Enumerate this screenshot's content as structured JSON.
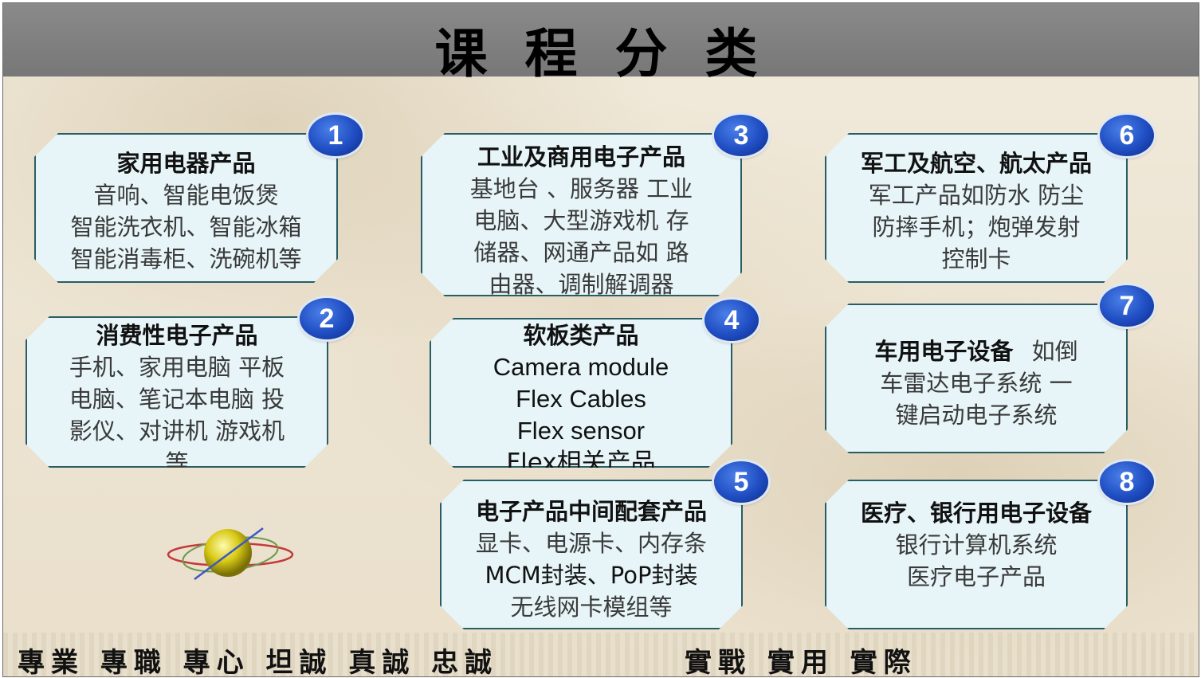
{
  "title": "课 程 分 类",
  "cards": [
    {
      "number": "1",
      "title": "家用电器产品",
      "lines": [
        "音响、智能电饭煲",
        "智能洗衣机、智能冰箱",
        "智能消毒柜、洗碗机等"
      ]
    },
    {
      "number": "2",
      "title": "消费性电子产品",
      "lines": [
        "手机、家用电脑  平板",
        "电脑、笔记本电脑  投",
        "影仪、对讲机  游戏机",
        "等"
      ]
    },
    {
      "number": "3",
      "title": "工业及商用电子产品",
      "lines": [
        "基地台 、服务器  工业",
        "电脑、大型游戏机  存",
        "储器、网通产品如  路",
        "由器、调制解调器"
      ]
    },
    {
      "number": "4",
      "title": "软板类产品",
      "lines": [
        "Camera module",
        "Flex Cables",
        "Flex sensor",
        "Flex相关产品"
      ]
    },
    {
      "number": "5",
      "title": "电子产品中间配套产品",
      "lines": [
        "显卡、电源卡、内存条",
        "MCM封装、PoP封装",
        "无线网卡模组等"
      ]
    },
    {
      "number": "6",
      "title": "军工及航空、航太产品",
      "lines": [
        "军工产品如防水 防尘",
        "防摔手机；炮弹发射",
        "控制卡"
      ]
    },
    {
      "number": "7",
      "title": "车用电子设备",
      "lines": [
        "如倒",
        "车雷达电子系统  一",
        "键启动电子系统"
      ]
    },
    {
      "number": "8",
      "title": "医疗、银行用电子设备",
      "lines": [
        "银行计算机系统",
        "医疗电子产品"
      ]
    }
  ],
  "footer": {
    "left": "專業  專職  專心    坦誠  真誠  忠誠",
    "right": "實戰  實用  實際"
  },
  "colors": {
    "title_bar": "#808080",
    "card_fill": "#e7f5f9",
    "card_border": "#2a5d63",
    "badge": "#1f4dc2"
  }
}
